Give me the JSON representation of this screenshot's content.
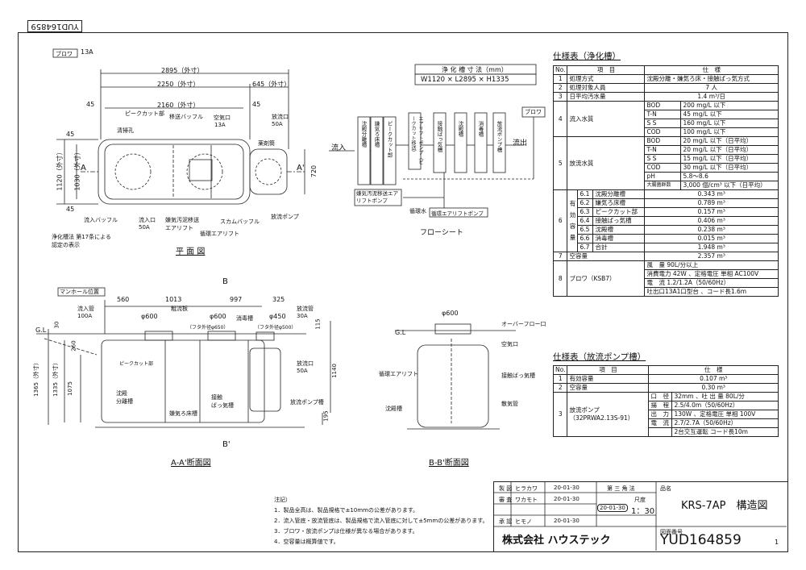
{
  "doc_tag": "YUD164859",
  "plan": {
    "code_label": "ブロワ",
    "code_value": "13A",
    "dims_top": [
      "2895（外寸）",
      "2250（外寸）",
      "645（外寸）",
      "2160（外寸）",
      "45",
      "45"
    ],
    "dims_left": [
      "1120（外寸）",
      "1030（外寸）",
      "45",
      "45"
    ],
    "dim_right": "720",
    "labels": [
      "ピークカット部",
      "移送バッフル",
      "清掃孔",
      "空気口",
      "13A",
      "放流口",
      "50A",
      "薬剤筒",
      "流入バッフル",
      "流入口",
      "50A",
      "嫌気汚泥移送",
      "エアリフト",
      "循環エアリフト",
      "スカムバッフル",
      "放流ポンプ",
      "浄化槽法 第17条による",
      "認定の表示"
    ],
    "section_marks": [
      "A",
      "A'"
    ],
    "title": "平 面 図"
  },
  "flow": {
    "dim_title": "浄 化 槽 寸 法（mm）",
    "dim_value": "W1120 × L2895 × H1335",
    "in_label": "流入",
    "out_label": "流出",
    "boxes": [
      "沈殿分離槽",
      "嫌気ろ床槽",
      "ピークカット部",
      "エアリフトポンプ（ピークカット移送）",
      "接触ばっ気槽",
      "沈殿槽",
      "消毒槽",
      "放流ポンプ槽"
    ],
    "blower": "ブロワ",
    "bottom_boxes": [
      "嫌気汚泥移送エアリフトポンプ",
      "循環エアリフトポンプ"
    ],
    "circ_label": "循環水",
    "title": "フローシート"
  },
  "section_aa": {
    "manhole": "マンホール位置",
    "marks": [
      "B",
      "B'"
    ],
    "dims_top": [
      "560",
      "1013",
      "997",
      "325"
    ],
    "openings": [
      "φ600",
      "φ600",
      "φ450",
      "（フタ外径φ650）",
      "（フタ外径φ500）"
    ],
    "labels": [
      "流入管",
      "100A",
      "粗流板",
      "消毒槽",
      "放流管",
      "30A",
      "ピークカット部",
      "放流口",
      "50A",
      "沈殿",
      "分離槽",
      "嫌気ろ床槽",
      "接触",
      "ばっ気槽",
      "放流ポンプ槽"
    ],
    "gl": "G.L",
    "dims_left": [
      "30",
      "260",
      "1365（外寸）",
      "1335（外寸）",
      "1075"
    ],
    "dims_right": [
      "115",
      "1140",
      "195"
    ],
    "title": "A-A'断面図"
  },
  "section_bb": {
    "opening": "φ600",
    "labels": [
      "オーバーフロー口",
      "空気口",
      "循環エアリフト",
      "接触ばっ気槽",
      "散気管",
      "沈殿槽"
    ],
    "gl": "G.L",
    "title": "B-B'断面図"
  },
  "spec_title": "仕様表（浄化槽）",
  "spec_headers": [
    "No.",
    "項　目",
    "仕　様"
  ],
  "spec_rows": {
    "r1": [
      "1",
      "処理方式",
      "沈殿分離・嫌気ろ床・接触ばっ気方式"
    ],
    "r2": [
      "2",
      "処理対象人員",
      "7 人"
    ],
    "r3": [
      "3",
      "日平均汚水量",
      "1.4 m³/日"
    ],
    "r4_no": "4",
    "r4_item": "流入水質",
    "r4_lines": [
      [
        "BOD",
        "200 mg/L 以下"
      ],
      [
        "T-N",
        "45 mg/L 以下"
      ],
      [
        "S S",
        "160 mg/L 以下"
      ],
      [
        "COD",
        "100 mg/L 以下"
      ]
    ],
    "r5_no": "5",
    "r5_item": "放流水質",
    "r5_lines": [
      [
        "BOD",
        "20 mg/L 以下（日平均）"
      ],
      [
        "T-N",
        "20 mg/L 以下（日平均）"
      ],
      [
        "S S",
        "15 mg/L 以下（日平均）"
      ],
      [
        "COD",
        "30 mg/L 以下（日平均）"
      ],
      [
        "pH",
        "5.8〜8.6"
      ],
      [
        "大腸菌群数",
        "3,000 個/cm³ 以下（日平均）"
      ]
    ],
    "r6_no": "6",
    "r6_group": [
      "有",
      "効",
      "容",
      "量"
    ],
    "r6_lines": [
      [
        "6.1",
        "沈殿分離槽",
        "0.343 m³"
      ],
      [
        "6.2",
        "嫌気ろ床槽",
        "0.789 m³"
      ],
      [
        "6.3",
        "ピークカット部",
        "0.157 m³"
      ],
      [
        "6.4",
        "接触ばっ気槽",
        "0.406 m³"
      ],
      [
        "6.5",
        "沈殿槽",
        "0.238 m³"
      ],
      [
        "6.6",
        "消毒槽",
        "0.015 m³"
      ],
      [
        "6.7",
        "合計",
        "1.948 m³"
      ]
    ],
    "r7": [
      "7",
      "空容量",
      "2.357 m³"
    ],
    "r8_no": "8",
    "r8_item": "ブロワ（KSB7）",
    "r8_lines": [
      "風　量 90L/分以上",
      "消費電力 42W 、定格電圧 単相 AC100V",
      "電　流 1.2/1.2A（50/60Hz）",
      "吐出口13A1口型台 、コード長1.6m"
    ]
  },
  "pump_title": "仕様表（放流ポンプ槽）",
  "pump_headers": [
    "No.",
    "項　目",
    "仕　様"
  ],
  "pump_rows": {
    "r1": [
      "1",
      "有効容量",
      "0.107 m³"
    ],
    "r2": [
      "2",
      "空容量",
      "0.30 m³"
    ],
    "r3_no": "3",
    "r3_item": "放流ポンプ（32PRWA2.13S-91）",
    "r3_lines": [
      [
        "口　径",
        "32mm 、吐 出 量 80L/分"
      ],
      [
        "揚　程",
        "2.5/4.0m（50/60Hz）"
      ],
      [
        "出　力",
        "130W 、定格電圧 単相 100V"
      ],
      [
        "電　流",
        "2.7/2.7A（50/60Hz）"
      ],
      [
        "",
        "2台交互運転 コード長10m"
      ]
    ]
  },
  "notes": {
    "head": "注記）",
    "items": [
      "1．製品全高は、製品規格で±10mmの公差があります。",
      "2．流入管底・放流管底は、製品規格で流入管底に対して±5mmの公差があります。",
      "3．ブロワ・放流ポンプは仕様が異なる場合があります。",
      "4．空容量は概算値です。"
    ]
  },
  "title_block": {
    "rows": [
      [
        "製 図",
        "ヒラカワ",
        "20-01-30"
      ],
      [
        "審 査",
        "ワカモト",
        "20-01-30"
      ],
      [
        "承 認",
        "ヒモノ",
        "20-01-30"
      ]
    ],
    "proj_label": "第 三 角 法",
    "scale_label": "尺度",
    "scale": "1：30",
    "date_stamp": "20-01-30",
    "name_label": "品名",
    "name": "KRS-7AP　構造図",
    "company": "株式会社 ハウステック",
    "drawing_no_label": "図面番号",
    "drawing_no": "YUD164859",
    "rev": "1"
  }
}
